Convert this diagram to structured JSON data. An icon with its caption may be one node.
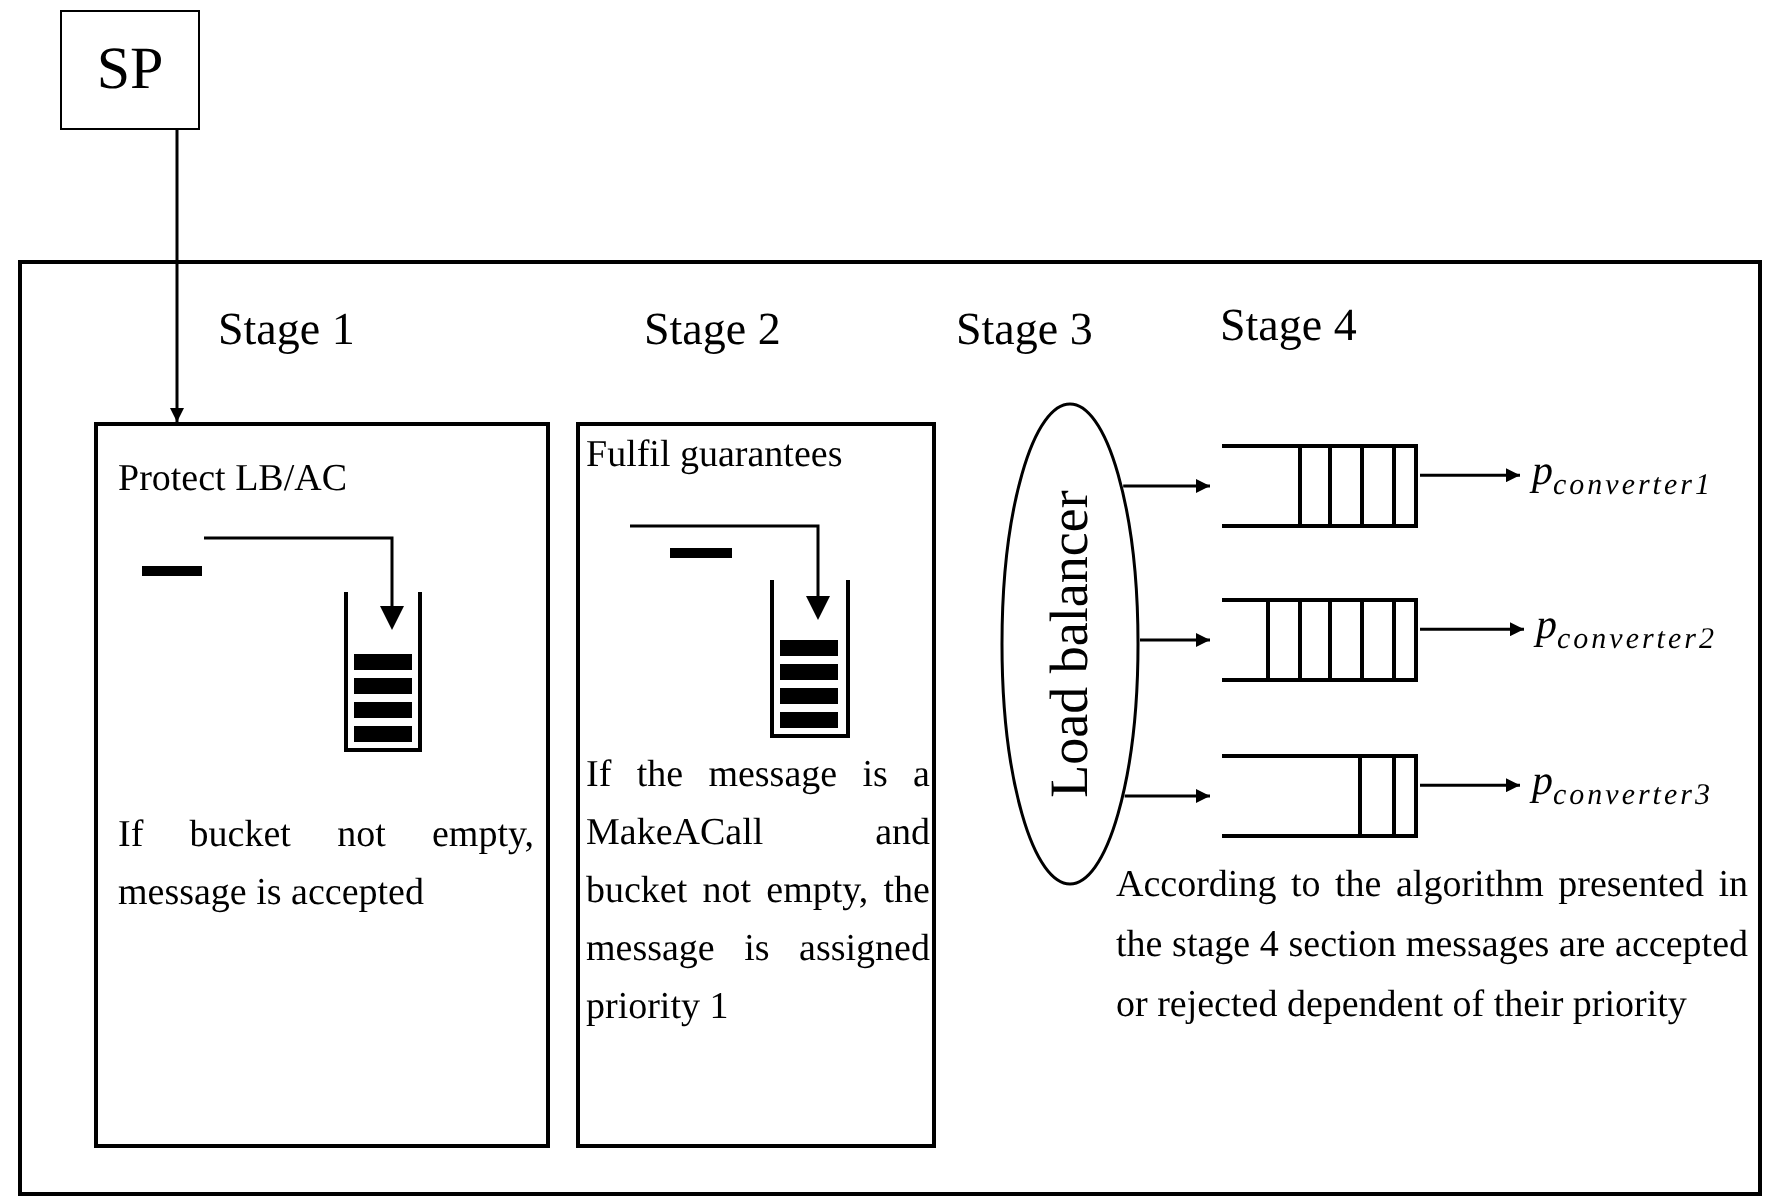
{
  "diagram": {
    "nodes": [
      {
        "text": [
          "SP"
        ]
      },
      {
        "text": [],
        "shape": "box"
      },
      {
        "text": [
          "Stage 1",
          "Protect LB/AC",
          "If bucket not empty, message is accepted"
        ],
        "in": 1
      },
      {
        "text": [
          "Stage 2",
          "Fulfil guarantees",
          "If the message is a MakeACall and bucket not empty, the message is assigned priority 1"
        ],
        "in": 1
      },
      {
        "text": [
          "Stage 3",
          "Load balancer"
        ],
        "in": 1
      },
      {
        "text": [],
        "shape": "queue",
        "in": 1
      },
      {
        "text": [],
        "shape": "queue",
        "in": 1
      },
      {
        "text": [],
        "shape": "queue",
        "in": 1
      },
      {
        "text": [
          "p$_{converter1}$"
        ],
        "in": 1
      },
      {
        "text": [
          "p$_{converter2}$"
        ],
        "in": 1
      },
      {
        "text": [
          "p$_{converter3}$"
        ],
        "in": 1
      }
    ],
    "edges": [
      {
        "from": 0,
        "to": 2,
        "arrow": "to"
      },
      {
        "from": 4,
        "to": 5,
        "arrow": "to"
      },
      {
        "from": 4,
        "to": 6,
        "arrow": "to"
      },
      {
        "from": 4,
        "to": 7,
        "arrow": "to"
      },
      {
        "from": 5,
        "to": 8,
        "arrow": "to"
      },
      {
        "from": 6,
        "to": 9,
        "arrow": "to"
      },
      {
        "from": 7,
        "to": 10,
        "arrow": "to"
      }
    ],
    "labels": [
      "Stage 4",
      "According to the algorithm presented in the stage 4 section messages are accepted or rejected dependent of their priority"
    ]
  }
}
